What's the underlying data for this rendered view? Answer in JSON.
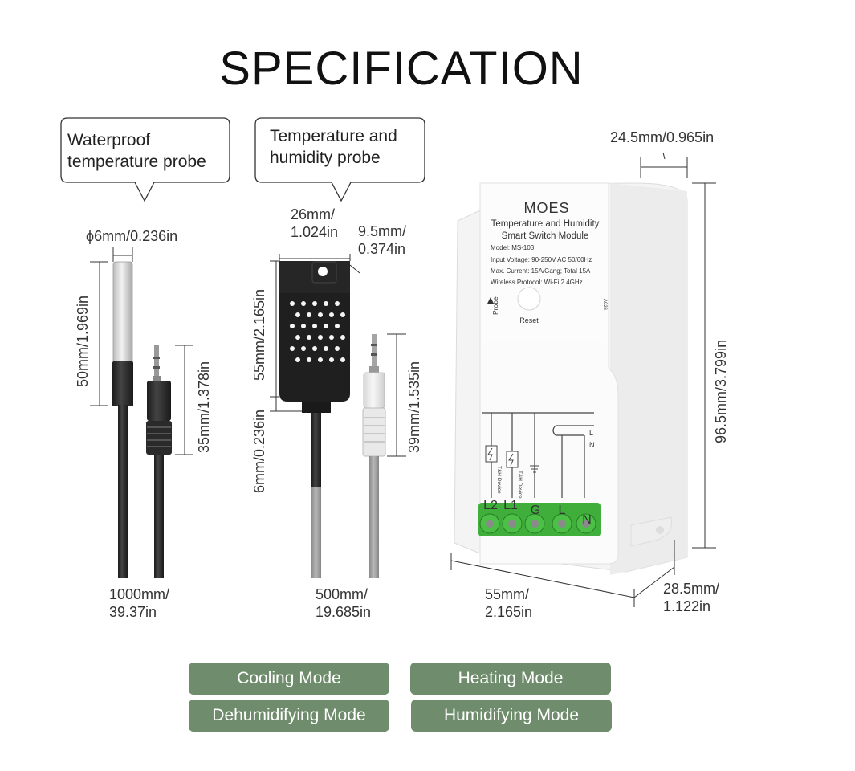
{
  "title": "SPECIFICATION",
  "callouts": {
    "temp_probe": "Waterproof\ntemperature probe",
    "temp_hum_probe": "Temperature and\nhumidity probe"
  },
  "dimensions": {
    "probe1_diameter": "ϕ6mm/0.236in",
    "probe1_length": "50mm/1.969in",
    "jack1_length": "35mm/1.378in",
    "cable1_length": "1000mm/\n39.37in",
    "probe2_width": "26mm/\n1.024in",
    "probe2_depth": "9.5mm/\n0.374in",
    "probe2_height": "55mm/2.165in",
    "probe2_neck": "6mm/0.236in",
    "jack2_length": "39mm/1.535in",
    "cable2_length": "500mm/\n19.685in",
    "module_top": "24.5mm/0.965in",
    "module_height": "96.5mm/3.799in",
    "module_width": "55mm/\n2.165in",
    "module_depth": "28.5mm/\n1.122in"
  },
  "module": {
    "brand": "MOES",
    "name_line1": "Temperature and Humidity",
    "name_line2": "Smart Switch Module",
    "spec_model": "Model: MS-103",
    "spec_voltage": "Input Voltage: 90-250V AC 50/60Hz",
    "spec_current": "Max. Current: 15A/Gang; Total 15A",
    "spec_wireless": "Wireless Protocol: Wi-Fi 2.4GHz",
    "probe_port": "Probe",
    "reset_label": "Reset",
    "side_code": "A026",
    "device_label": "T&H Device",
    "terminals": [
      "L2",
      "L1",
      "G",
      "L",
      "N"
    ],
    "wire_l": "L",
    "wire_n": "N"
  },
  "modes": [
    "Cooling Mode",
    "Heating Mode",
    "Dehumidifying Mode",
    "Humidifying Mode"
  ],
  "colors": {
    "mode_button": "#6f8d6c",
    "terminal_green": "#3fae3b",
    "probe_black": "#2a2a2a",
    "cable_gray": "#9a9a9a"
  }
}
